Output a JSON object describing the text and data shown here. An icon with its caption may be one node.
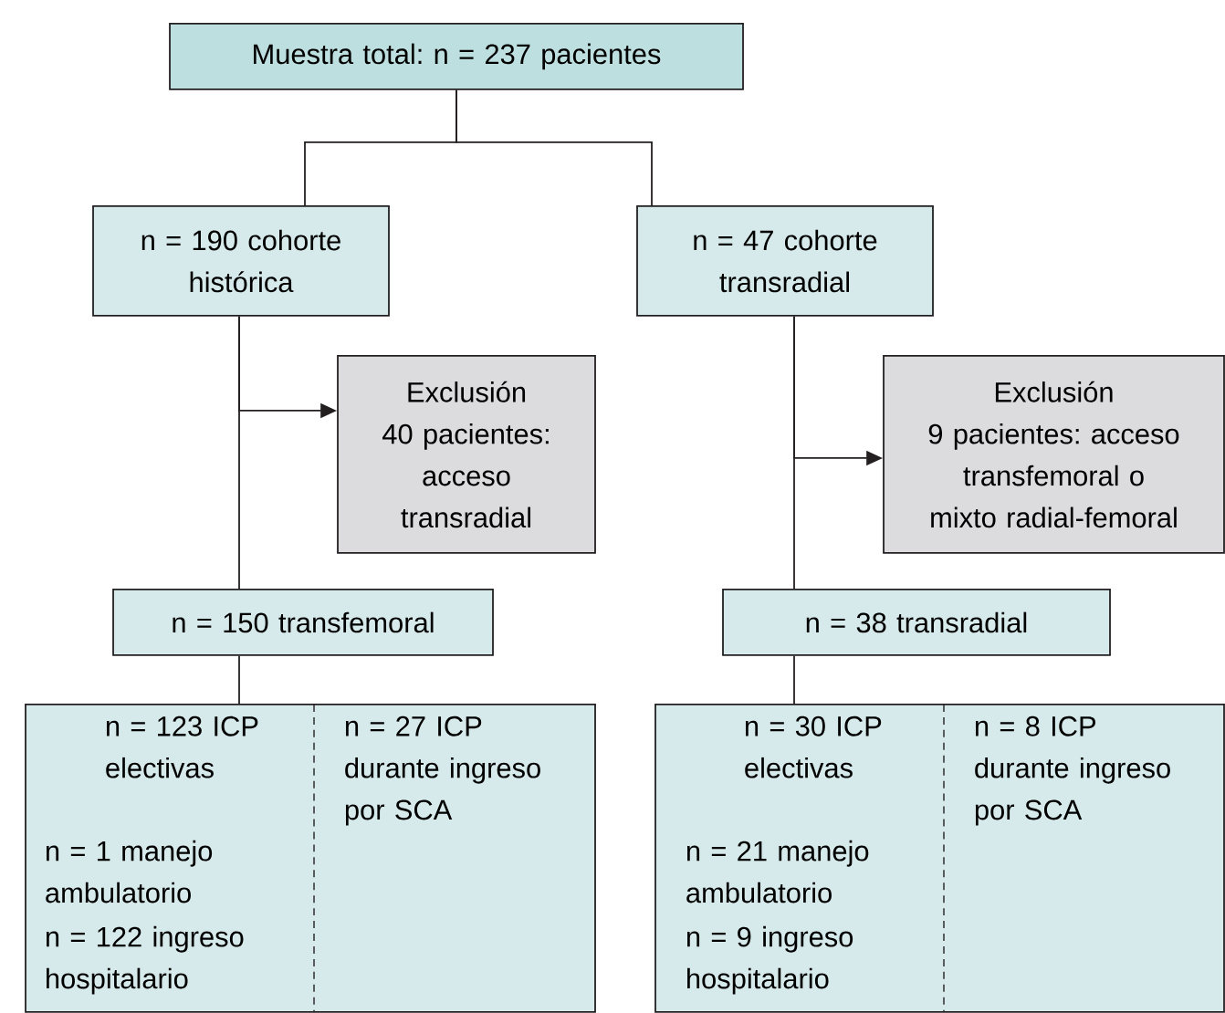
{
  "diagram": {
    "nodes": [
      {
        "text": [
          "Muestra total: n = 237 pacientes"
        ]
      },
      {
        "text": [
          "n = 190 cohorte histórica"
        ]
      },
      {
        "text": [
          "n = 47 cohorte transradial"
        ]
      },
      {
        "text": [
          "Exclusión",
          "40 pacientes: acceso transradial"
        ]
      },
      {
        "text": [
          "Exclusión",
          "9 pacientes: acceso transfemoral o mixto radial-femoral"
        ]
      },
      {
        "text": [
          "n = 150 transfemoral"
        ]
      },
      {
        "text": [
          "n = 38 transradial"
        ]
      },
      {
        "text": [
          "n = 123 ICP electivas",
          "n = 1 manejo ambulatorio",
          "n = 122 ingreso hospitalario",
          "n = 27 ICP durante ingreso por SCA"
        ]
      },
      {
        "text": [
          "n = 30 ICP electivas",
          "n = 21 manejo ambulatorio",
          "n = 9 ingreso hospitalario",
          "n = 8 ICP durante ingreso por SCA"
        ]
      }
    ],
    "edges": [
      {
        "from": 0,
        "to": 1,
        "arrow": "none"
      },
      {
        "from": 0,
        "to": 2,
        "arrow": "none"
      },
      {
        "from": 1,
        "to": 3,
        "arrow": "to"
      },
      {
        "from": 1,
        "to": 5,
        "arrow": "none"
      },
      {
        "from": 2,
        "to": 4,
        "arrow": "to"
      },
      {
        "from": 2,
        "to": 6,
        "arrow": "none"
      },
      {
        "from": 5,
        "to": 7,
        "arrow": "none"
      },
      {
        "from": 6,
        "to": 8,
        "arrow": "none"
      }
    ]
  }
}
